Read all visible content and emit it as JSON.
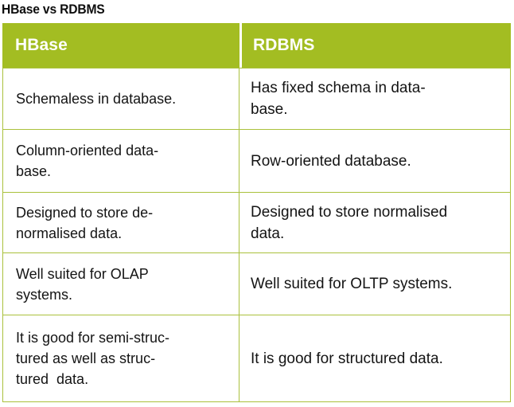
{
  "title": "HBase vs RDBMS",
  "table": {
    "columns": [
      {
        "key": "hbase",
        "label": "HBase"
      },
      {
        "key": "rdbms",
        "label": "RDBMS"
      }
    ],
    "header_bg_color": "#a3bd22",
    "header_text_color": "#ffffff",
    "border_color": "#aac13c",
    "body_text_color": "#141414",
    "rows": [
      {
        "hbase": "Schemaless in database.",
        "rdbms": "Has fixed schema in data-\nbase."
      },
      {
        "hbase": "Column-oriented data-\nbase.",
        "rdbms": "Row-oriented database."
      },
      {
        "hbase": "Designed to store de-\nnormalised data.",
        "rdbms": "Designed to store normalised\ndata."
      },
      {
        "hbase": "Well suited for OLAP\nsystems.",
        "rdbms": "Well suited for OLTP systems."
      },
      {
        "hbase": "It is good for semi-struc-\ntured as well as struc-\ntured  data.",
        "rdbms": "It is good for structured data."
      }
    ]
  }
}
